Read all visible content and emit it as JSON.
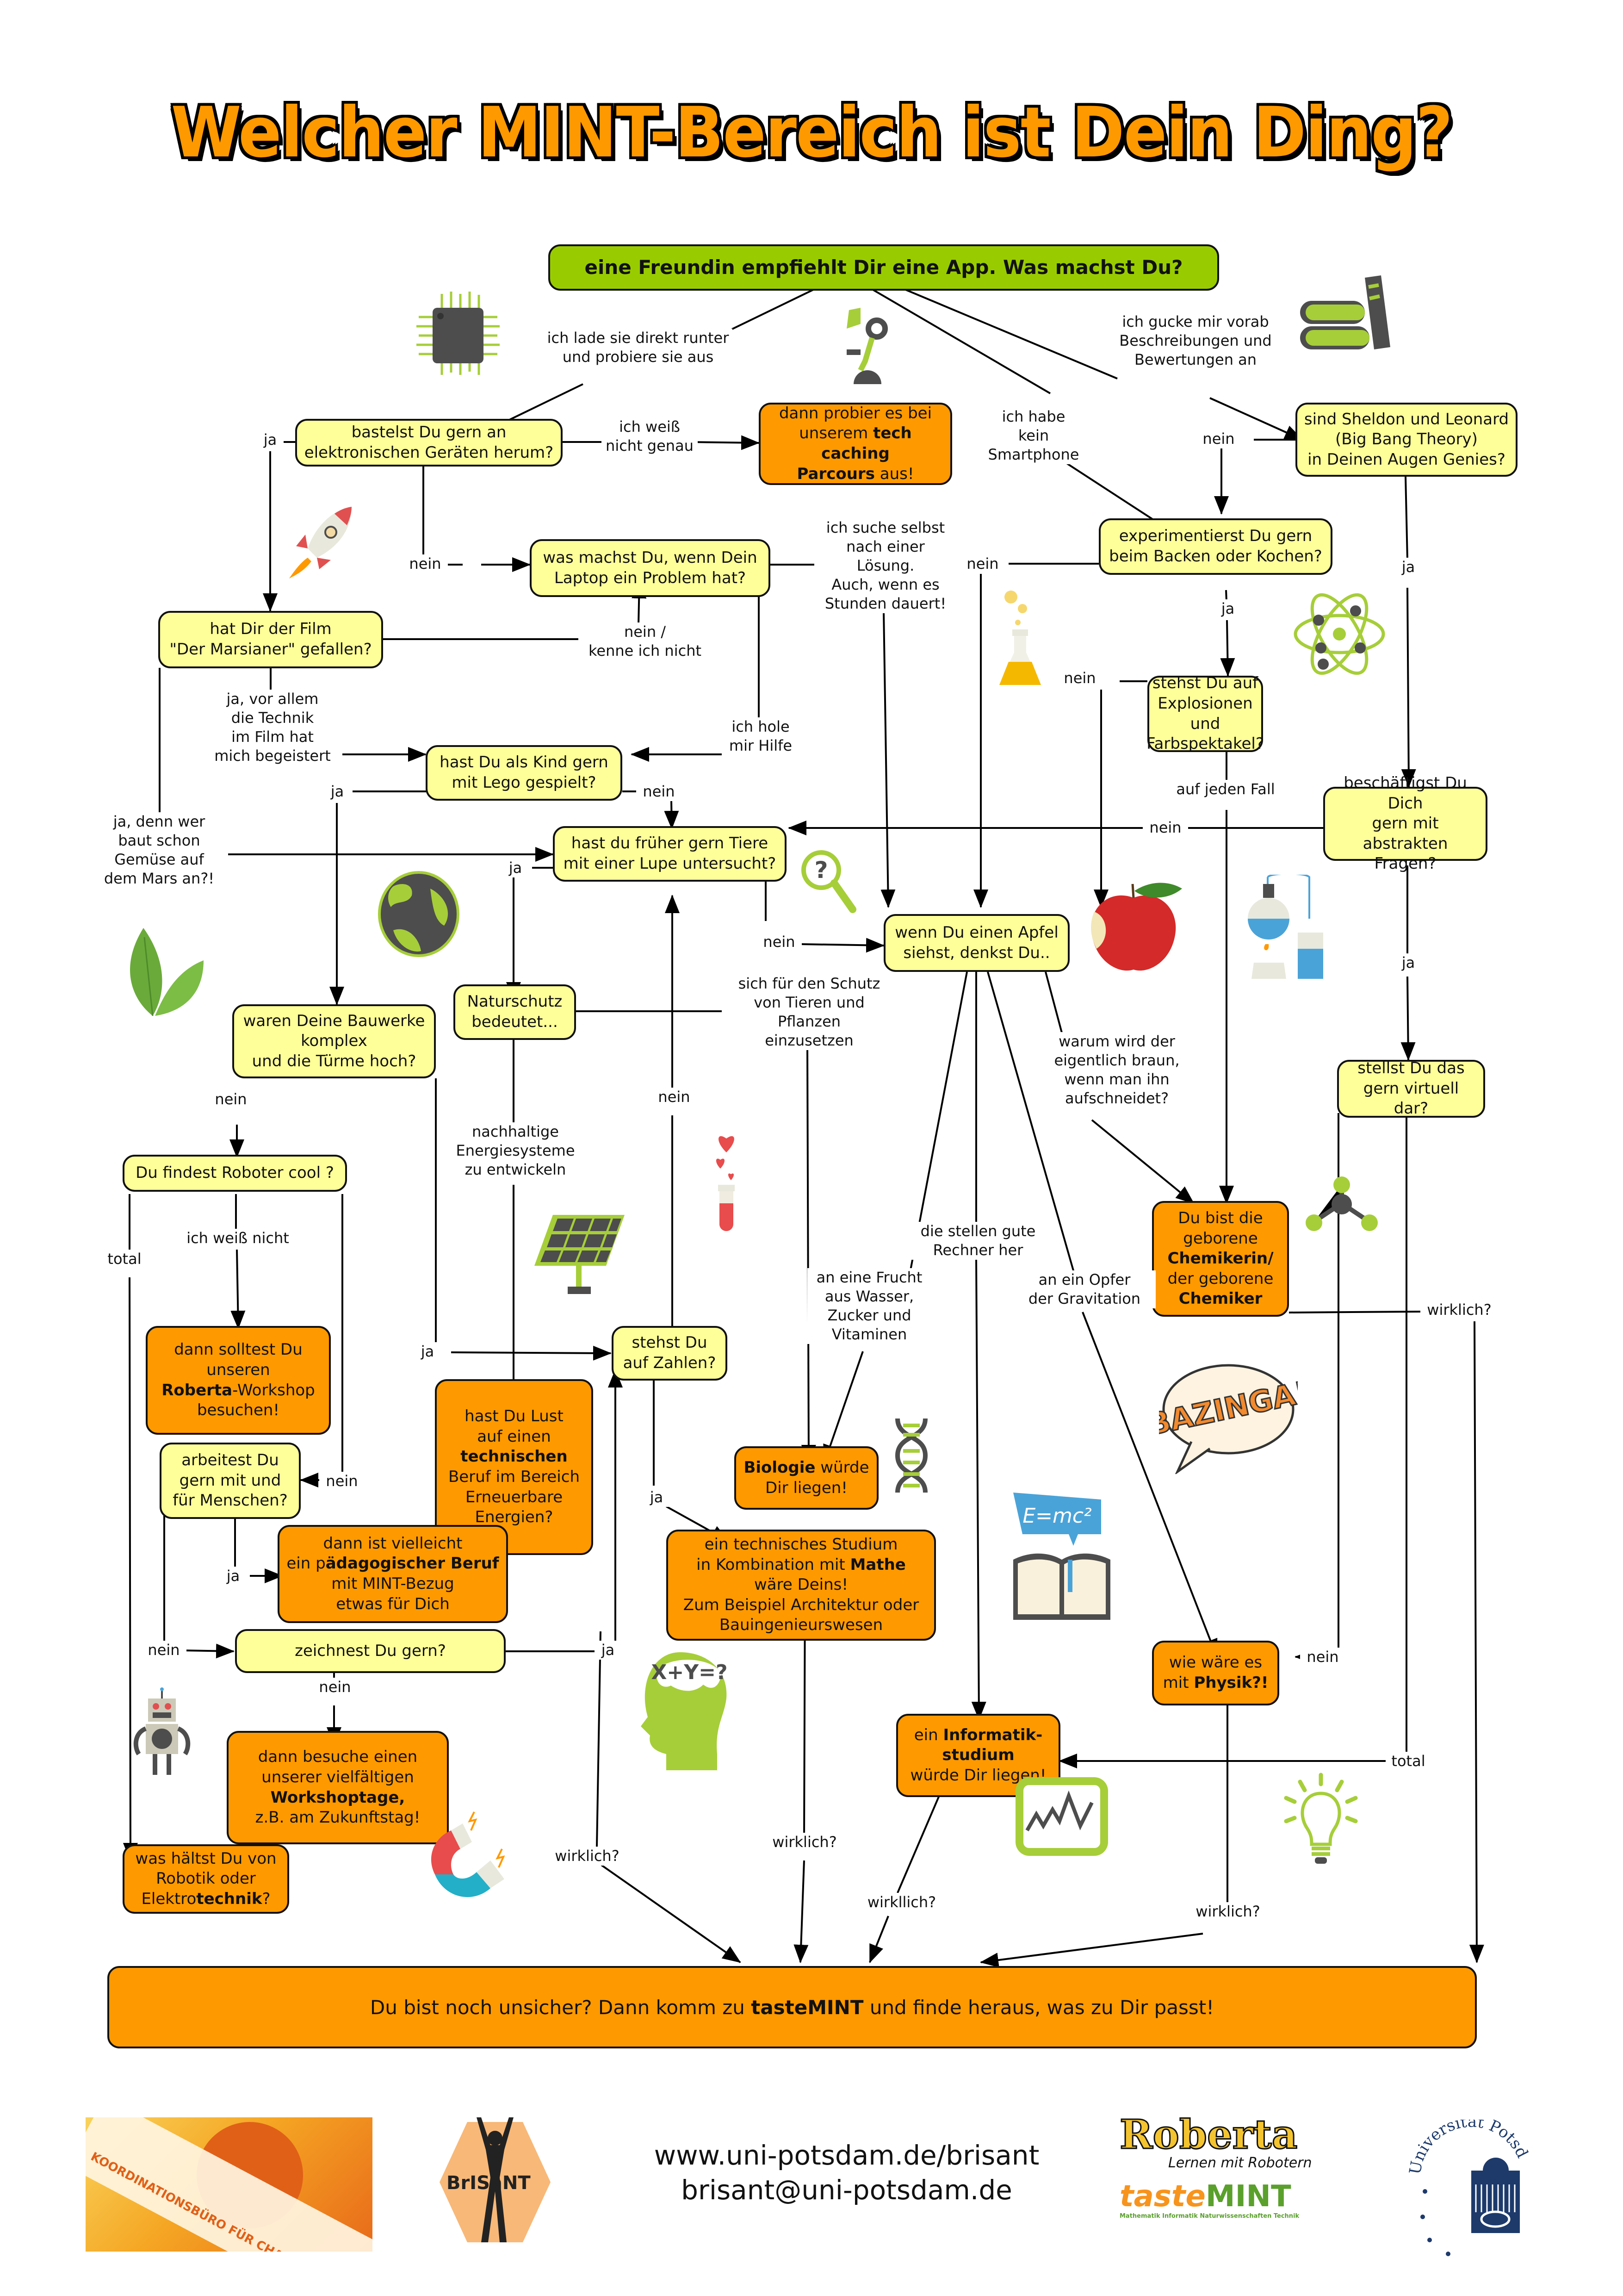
{
  "title": "Welcher MINT-Bereich ist Dein Ding?",
  "colors": {
    "title_orange": "#ff9900",
    "start_green": "#99cc00",
    "question_yellow": "#ffff99",
    "answer_orange": "#ff9900",
    "icon_green": "#a6ce39",
    "icon_dark": "#4d4d4d"
  },
  "nodes": {
    "start": "eine Freundin empfiehlt Dir eine App. Was machst Du?",
    "bastelst": "bastelst Du gern an\nelektronischen Geräten herum?",
    "techcaching": {
      "pre": "dann probier es bei\nunserem ",
      "bold": "tech caching\nParcours",
      "post": " aus!"
    },
    "sheldon": "sind Sheldon und Leonard\n(Big Bang Theory)\nin Deinen Augen Genies?",
    "laptop": "was machst Du, wenn Dein\nLaptop ein Problem hat?",
    "backen": "experimentierst Du gern\nbeim Backen oder Kochen?",
    "marsianer": "hat Dir der Film\n\"Der Marsianer\" gefallen?",
    "explosionen": "stehst Du auf\nExplosionen und\nFarbspektakel?",
    "lego": "hast Du als Kind gern\nmit Lego gespielt?",
    "abstrakt": "beschäftigst Du Dich\ngern mit\nabstrakten Fragen?",
    "lupe": "hast du früher gern Tiere\nmit einer Lupe untersucht?",
    "apfel": "wenn Du einen Apfel\nsiehst, denkst Du..",
    "naturschutz": "Naturschutz\nbedeutet...",
    "bauwerke": "waren Deine Bauwerke\nkomplex\nund die Türme hoch?",
    "virtuell": "stellst Du das\ngern virtuell dar?",
    "roboter": "Du findest Roboter cool ?",
    "chemiker": {
      "l1": "Du bist die\ngeborene\n",
      "b1": "Chemikerin/",
      "l2": "\nder geborene\n",
      "b2": "Chemiker"
    },
    "roberta": {
      "pre": "dann solltest Du\nunseren\n",
      "bold": "Roberta",
      "post": "-Workshop\nbesuchen!"
    },
    "zahlen": "stehst Du\nauf Zahlen?",
    "lust": {
      "pre": "hast Du Lust\nauf einen\n",
      "bold": "technischen",
      "post": "\nBeruf im Bereich\nErneuerbare\nEnergien?"
    },
    "biologie": {
      "bold": "Biologie",
      "post": " würde\nDir liegen!"
    },
    "menschen": "arbeitest Du\ngern mit und\nfür Menschen?",
    "paedagogisch": {
      "pre": "dann ist vielleicht\nein p",
      "bold": "ädagogischer Beruf",
      "post": "\nmit MINT-Bezug\netwas für Dich"
    },
    "mathe": {
      "pre": "ein technisches Studium\nin Kombination mit ",
      "bold": "Mathe",
      "post": "\nwäre Deins!\nZum Beispiel Architektur oder\nBauingenieurswesen"
    },
    "zeichnest": "zeichnest Du gern?",
    "physik": {
      "pre": "wie wäre es\nmit ",
      "bold": "Physik?!"
    },
    "informatik": {
      "pre": "ein ",
      "bold": "Informatik-\nstudium",
      "post": "\nwürde Dir liegen!"
    },
    "workshoptage": {
      "pre": "dann besuche einen\nunserer vielfältigen\n",
      "bold": "Workshoptage,",
      "post": "\nz.B. am Zukunftstag!"
    },
    "robotik": {
      "pre": "was hältst Du von\nRobotik oder\nElektro",
      "bold": "technik",
      "post": "?"
    },
    "final": {
      "pre": "Du bist noch unsicher? Dann komm zu ",
      "bold": "tasteMINT",
      "post": " und finde heraus, was zu Dir passt!"
    }
  },
  "edge_labels": {
    "direkt": "ich lade sie direkt runter\nund probiere sie aus",
    "vorab": "ich gucke mir vorab\nBeschreibungen und\nBewertungen an",
    "kein_smartphone": "ich habe\nkein Smartphone",
    "weiss_nicht_genau": "ich weiß\nnicht genau",
    "ja_bastel": "ja",
    "nein_bastel": "nein",
    "nein_sheldon": "nein",
    "ja_sheldon": "ja",
    "selbst": "ich suche selbst\nnach einer\nLösung.\nAuch, wenn es\nStunden dauert!",
    "nein_backen": "nein",
    "ja_backen": "ja",
    "nein_kenne": "nein /\nkenne ich nicht",
    "hilfe": "ich hole\nmir Hilfe",
    "technik_film": "ja, vor allem\ndie Technik\nim Film hat\nmich begeistert",
    "nein_explosionen": "nein",
    "auf_jeden_fall": "auf jeden Fall",
    "ja_lego": "ja",
    "nein_lego": "nein",
    "gemuese": "ja, denn wer\nbaut schon\nGemüse auf\ndem Mars an?!",
    "nein_abstrakt": "nein",
    "ja_lupe": "ja",
    "nein_lupe": "nein",
    "ja_abstrakt": "ja",
    "schutz": "sich für den Schutz\nvon Tieren und Pflanzen\neinzusetzen",
    "braun": "warum wird der\neigentlich braun,\nwenn man ihn\naufschneidet?",
    "nein_bauwerke": "nein",
    "nein_zahlen_up": "nein",
    "energie": "nachhaltige\nEnergiesysteme\nzu entwickeln",
    "total_roboter": "total",
    "weiss_nicht": "ich weiß nicht",
    "rechner": "die stellen gute\nRechner her",
    "frucht": "an eine Frucht\naus Wasser,\nZucker und\nVitaminen",
    "opfer": "an ein Opfer\nder Gravitation",
    "wirklich_chemiker": "wirklich?",
    "ja_bauwerke": "ja",
    "nein_roboter": "nein",
    "ja_menschen": "ja",
    "ja_zahlen": "ja",
    "nein_menschen": "nein",
    "ja_zeichnest": "ja",
    "nein_virtuell": "nein",
    "nein_zeichnest": "nein",
    "total_virtuell": "total",
    "wirklich_lust": "wirklich?",
    "wirklich_mathe": "wirklich?",
    "wirklich_informatik": "wirkllich?",
    "wirklich_physik": "wirklich?"
  },
  "footer": {
    "url": "www.uni-potsdam.de/brisant",
    "email": "brisant@uni-potsdam.de",
    "logos": {
      "koordinationsbuero": "KOORDINATIONSBÜRO FÜR CHANCENGLEICHHEIT",
      "brisant": "BrISaNT",
      "roberta": "Roberta",
      "roberta_tag": "Lernen mit Robotern",
      "tastemint": "tasteMINT",
      "tastemint_tag": "Mathematik Informatik Naturwissenschaften Technik",
      "unipotsdam": "Universität Potsdam"
    }
  },
  "illustrations": {
    "bazinga": "BAZINGA!",
    "formula": "E=mc²",
    "head": "X+Y=?"
  }
}
